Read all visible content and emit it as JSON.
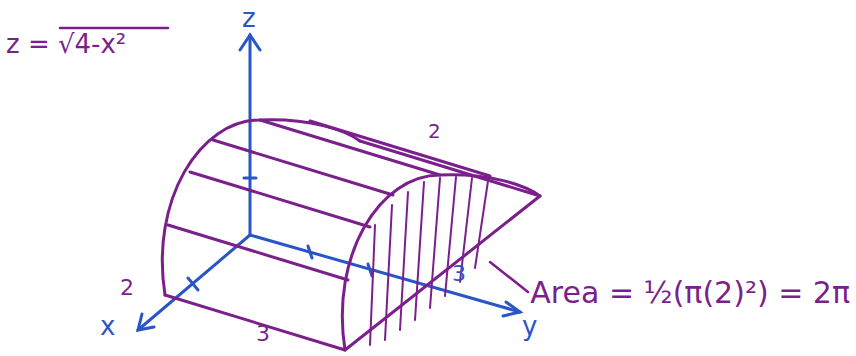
{
  "diagram": {
    "labels": [
      "z = √4-x²",
      "z",
      "x",
      "y",
      "2",
      "3",
      "3",
      "2",
      "Area = ½(π(2)²) = 2π"
    ]
  }
}
